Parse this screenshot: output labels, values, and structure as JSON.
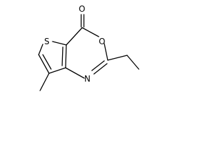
{
  "molecule": {
    "atoms": {
      "carbonyl_oxygen": "O",
      "thiophene_sulfur": "S",
      "ring_oxygen": "O",
      "ring_nitrogen": "N"
    }
  },
  "colors": {
    "bond": "#000000",
    "label": "#000000",
    "background": "#ffffff"
  }
}
